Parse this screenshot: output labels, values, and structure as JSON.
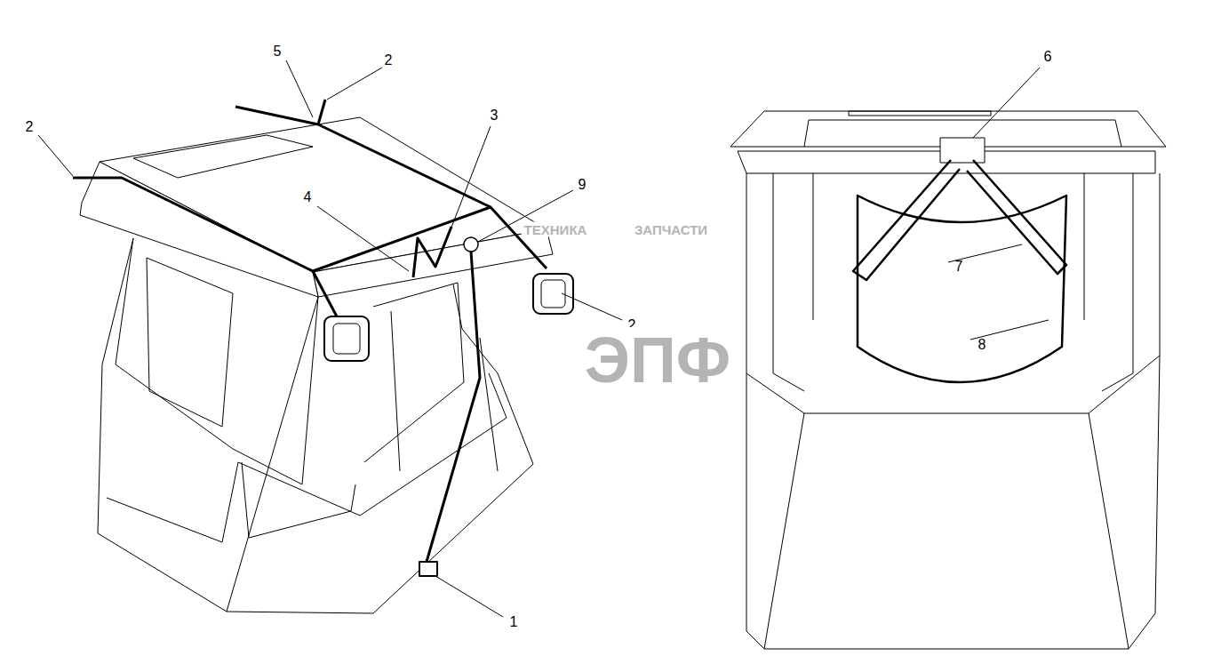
{
  "diagram": {
    "labels": [
      "5",
      "2",
      "2",
      "3",
      "4",
      "9",
      "2",
      "1",
      "6",
      "7",
      "8",
      "ТЕХНИКА",
      "ЗАПЧАСТИ",
      "ЭПФ"
    ]
  }
}
